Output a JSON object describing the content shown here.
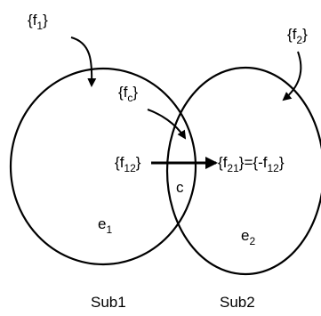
{
  "labels": {
    "f1": {
      "base": "f",
      "sub": "1",
      "open": "{",
      "close": "}"
    },
    "f2": {
      "base": "f",
      "sub": "2",
      "open": "{",
      "close": "}"
    },
    "fc": {
      "base": "f",
      "sub": "c",
      "open": "{",
      "close": "}"
    },
    "f12": {
      "base": "f",
      "sub": "12",
      "open": "{",
      "close": "}"
    },
    "f21_eq": {
      "open": "{",
      "base": "f",
      "sub": "21",
      "mid": "}={-",
      "base2": "f",
      "sub2": "12",
      "close": "}"
    },
    "c": "c",
    "e1": {
      "base": "e",
      "sub": "1"
    },
    "e2": {
      "base": "e",
      "sub": "2"
    }
  },
  "captions": {
    "sub1": "Sub1",
    "sub2": "Sub2"
  },
  "colors": {
    "stroke": "#000000",
    "background": "#ffffff"
  }
}
